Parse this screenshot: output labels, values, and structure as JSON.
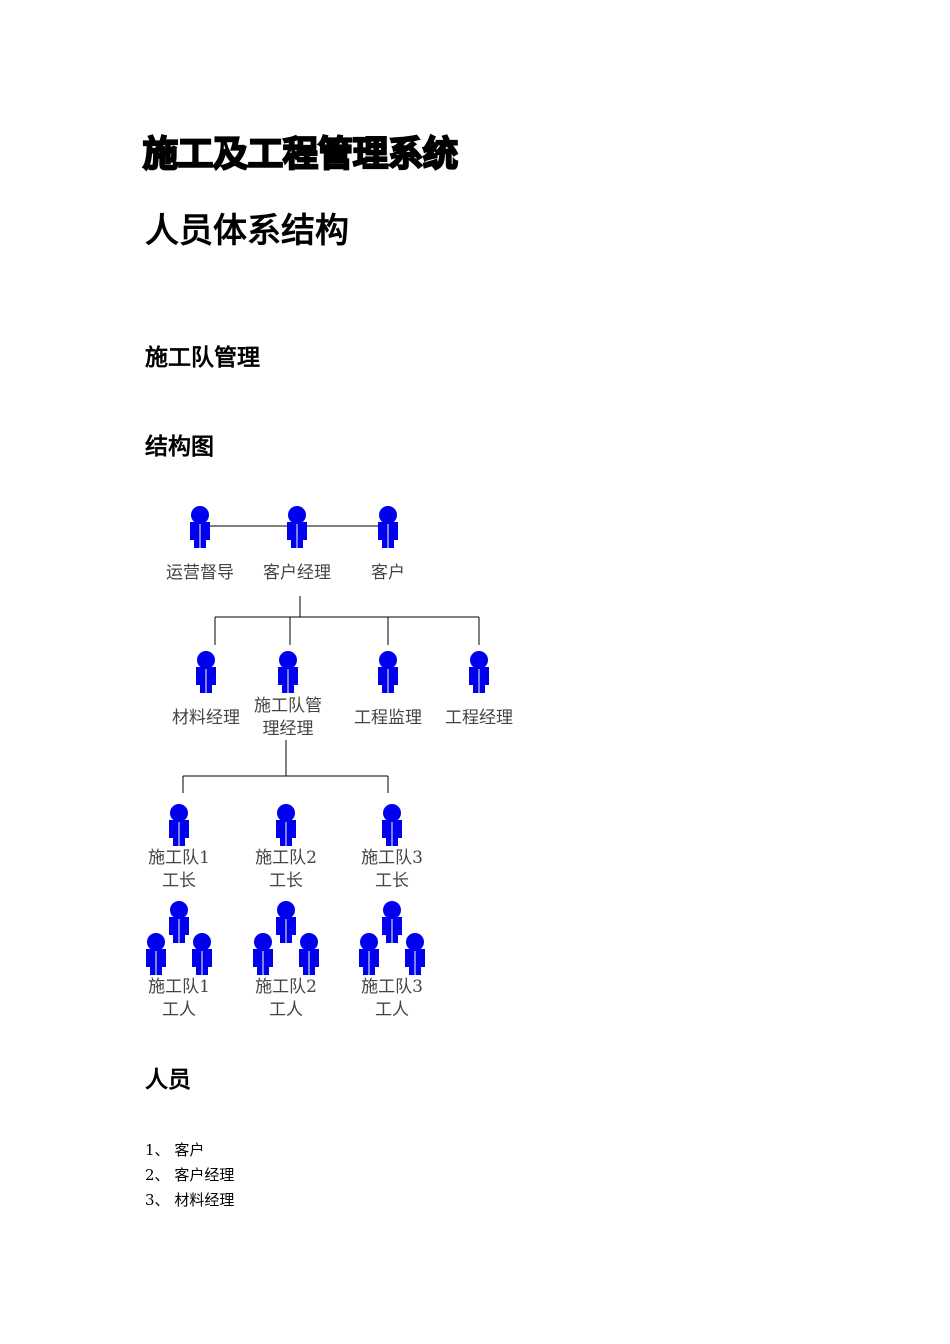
{
  "doc": {
    "system_title": "施工及工程管理系统",
    "heading1": "人员体系结构",
    "heading2_team": "施工队管理",
    "heading2_chart": "结构图",
    "heading2_people": "人员"
  },
  "org_chart": {
    "top_row": [
      "运营督导",
      "客户经理",
      "客户"
    ],
    "middle_row": [
      "材料经理",
      "施工队管理经理",
      "工程监理",
      "工程经理"
    ],
    "foremen": [
      "施工队1工长",
      "施工队2工长",
      "施工队3工长"
    ],
    "workers": [
      "施工队1工人",
      "施工队2工人",
      "施工队3工人"
    ],
    "figure_color": "#0000ee"
  },
  "people_list": [
    {
      "num": "1、",
      "name": "客户"
    },
    {
      "num": "2、",
      "name": "客户经理"
    },
    {
      "num": "3、",
      "name": "材料经理"
    }
  ]
}
